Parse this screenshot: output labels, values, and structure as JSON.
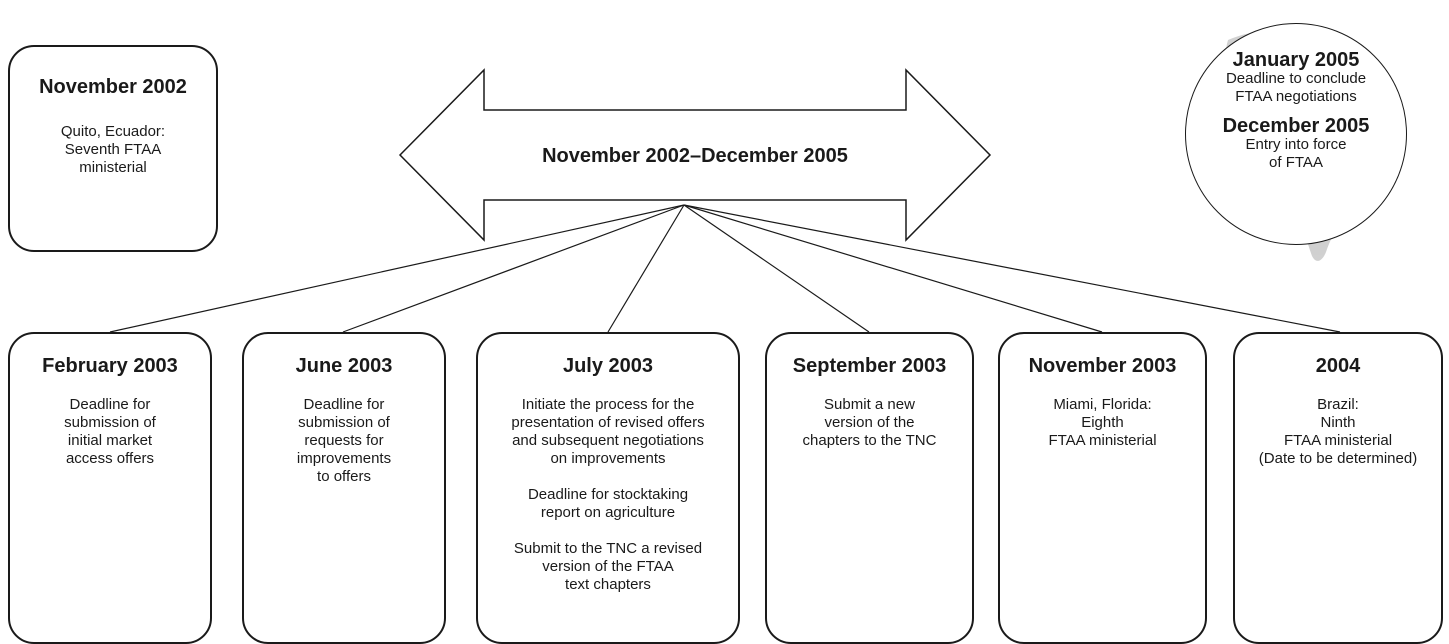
{
  "top_box": {
    "date": "November 2002",
    "text": "Quito, Ecuador:\nSeventh FTAA\nministerial"
  },
  "arrow": {
    "label": "November 2002–December 2005"
  },
  "circle": {
    "date1": "January 2005",
    "text1": "Deadline to conclude\nFTAA negotiations",
    "date2": "December 2005",
    "text2": "Entry into force\nof FTAA"
  },
  "boxes": [
    {
      "date": "February 2003",
      "paragraphs": [
        "Deadline for\nsubmission of\ninitial market\naccess offers"
      ]
    },
    {
      "date": "June 2003",
      "paragraphs": [
        "Deadline for\nsubmission of\nrequests for\nimprovements\nto offers"
      ]
    },
    {
      "date": "July 2003",
      "paragraphs": [
        "Initiate the process for the\npresentation of revised offers\nand subsequent negotiations\non improvements",
        "Deadline for stocktaking\nreport on agriculture",
        "Submit to the TNC a revised\nversion of the FTAA\ntext chapters"
      ]
    },
    {
      "date": "September 2003",
      "paragraphs": [
        "Submit a new\nversion of the\nchapters to the TNC"
      ]
    },
    {
      "date": "November 2003",
      "paragraphs": [
        "Miami, Florida:\nEighth\nFTAA ministerial"
      ]
    },
    {
      "date": "2004",
      "paragraphs": [
        "Brazil:\nNinth\nFTAA ministerial\n(Date to be determined)"
      ]
    }
  ]
}
